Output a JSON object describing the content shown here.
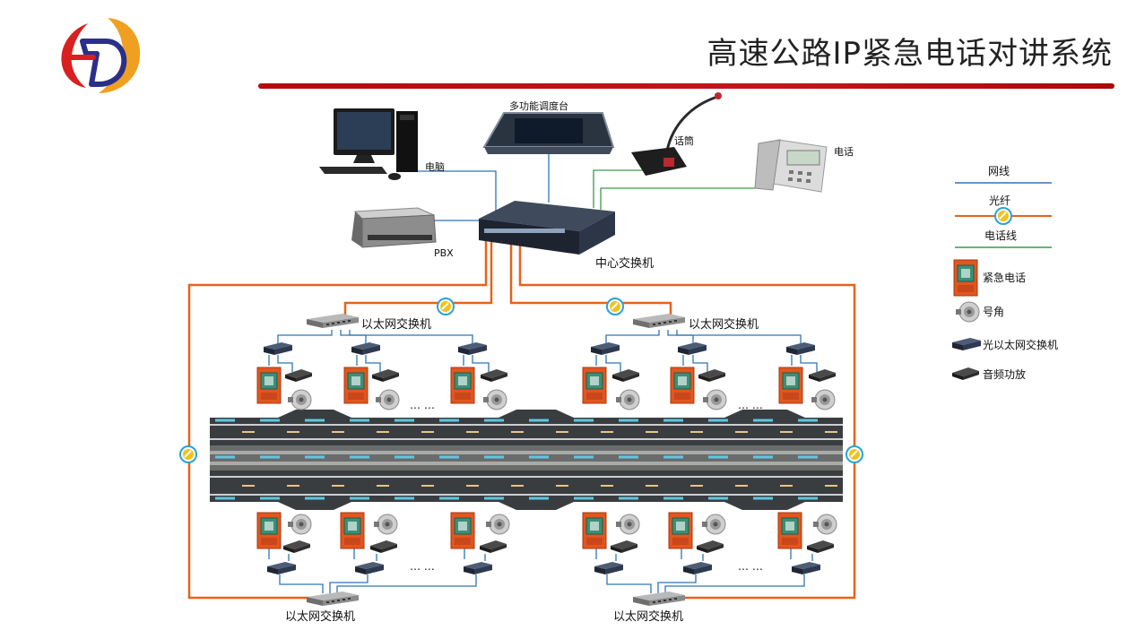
{
  "title": "高速公路IP紧急电话对讲系统",
  "colors": {
    "accent_red": "#b31212",
    "network_line": "#2e75b6",
    "fiber_line": "#e8621a",
    "phone_line": "#3a9a4a",
    "emergency_phone": "#e2561f"
  },
  "devices": {
    "dispatch_console": "多功能调度台",
    "microphone": "话筒",
    "phone": "电话",
    "computer": "电脑",
    "pbx": "PBX",
    "core_switch": "中心交换机"
  },
  "switches": {
    "top_left": "以太网交换机",
    "top_right": "以太网交换机",
    "bottom_left": "以太网交换机",
    "bottom_right": "以太网交换机"
  },
  "ellipsis": "… …",
  "legend": {
    "network": "网线",
    "fiber": "光纤",
    "phone_line": "电话线",
    "emergency_phone": "紧急电话",
    "horn": "号角",
    "optical_switch": "光以太网交换机",
    "amplifier": "音频功放"
  }
}
